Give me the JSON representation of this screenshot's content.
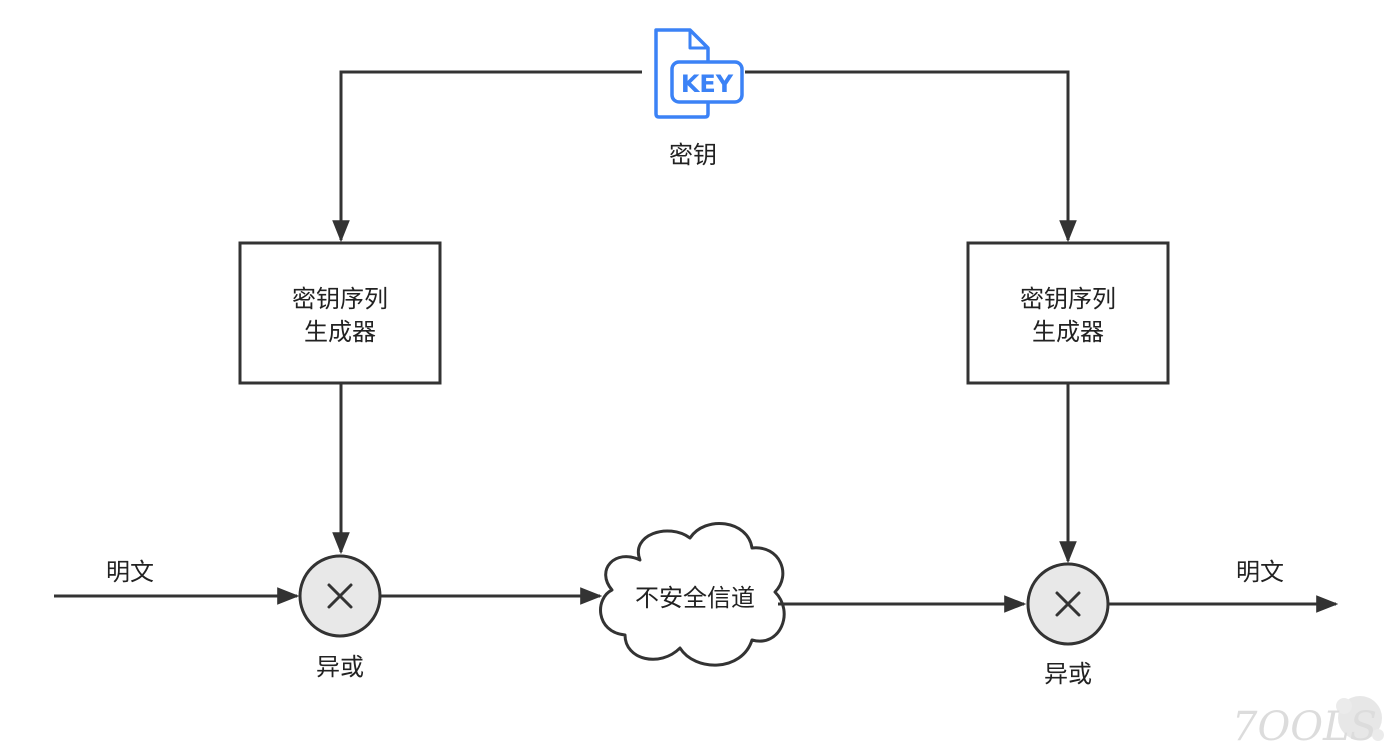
{
  "key": {
    "icon_text": "KEY",
    "label": "密钥",
    "icon_color": "#3b82f6"
  },
  "left_generator": {
    "line1": "密钥序列",
    "line2": "生成器"
  },
  "right_generator": {
    "line1": "密钥序列",
    "line2": "生成器"
  },
  "left_input_label": "明文",
  "right_output_label": "明文",
  "left_xor_label": "异或",
  "right_xor_label": "异或",
  "channel_label": "不安全信道",
  "watermark": "7OOLS",
  "colors": {
    "line": "#333333",
    "xor_fill": "#e8e8e8",
    "text": "#222222"
  }
}
